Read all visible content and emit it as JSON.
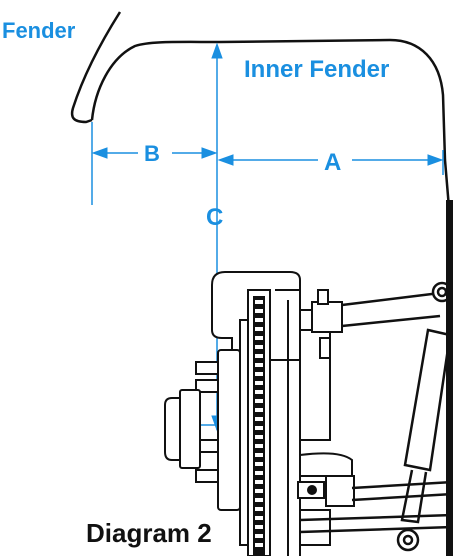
{
  "labels": {
    "fender": "Fender",
    "inner_fender": "Inner Fender",
    "dim_a": "A",
    "dim_b": "B",
    "dim_c": "C",
    "caption": "Diagram 2"
  },
  "colors": {
    "accent": "#1a8fe0",
    "outline": "#111111",
    "background": "#ffffff"
  }
}
